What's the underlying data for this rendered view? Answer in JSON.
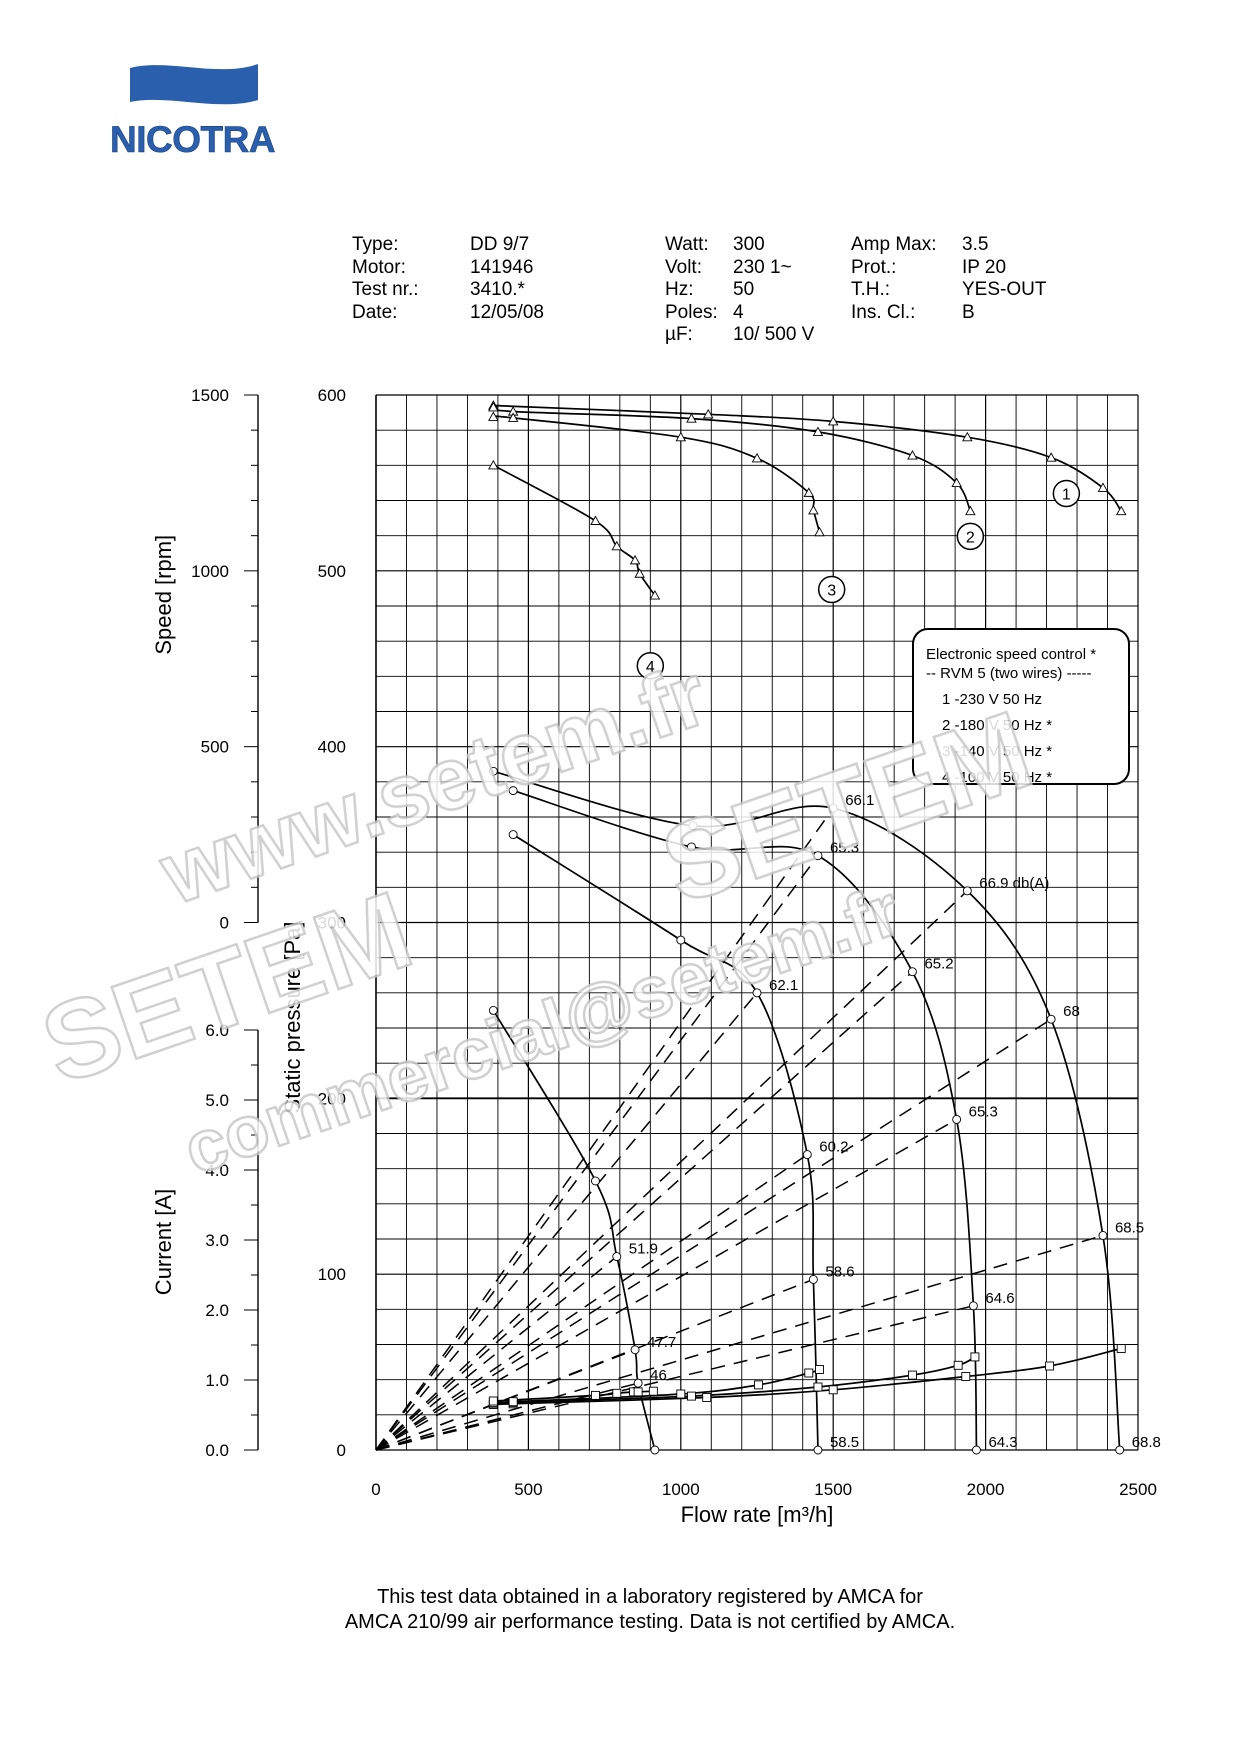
{
  "brand": {
    "name": "NICOTRA",
    "color": "#2a5fae"
  },
  "spec": {
    "col1": [
      {
        "label": "Type:",
        "value": "DD  9/7"
      },
      {
        "label": "Motor:",
        "value": "141946"
      },
      {
        "label": "Test nr.:",
        "value": "3410.*"
      },
      {
        "label": "Date:",
        "value": "12/05/08"
      }
    ],
    "col2": [
      {
        "label": "Watt:",
        "value": "300"
      },
      {
        "label": "Volt:",
        "value": "230 1~"
      },
      {
        "label": "Hz:",
        "value": "50"
      },
      {
        "label": "Poles:",
        "value": "4"
      },
      {
        "label": "µF:",
        "value": "10/ 500 V"
      }
    ],
    "col3": [
      {
        "label": "Amp Max:",
        "value": "3.5"
      },
      {
        "label": "Prot.:",
        "value": "IP 20"
      },
      {
        "label": "T.H.:",
        "value": "YES-OUT"
      },
      {
        "label": "Ins. Cl.:",
        "value": "B"
      }
    ]
  },
  "legend": {
    "title": "Electronic speed control *",
    "subtitle": "-- RVM 5 (two wires) -----",
    "items": [
      "1 -230 V 50 Hz",
      "2 -180 V 50 Hz *",
      "3 -140 V 50 Hz *",
      "4 -100 V 50 Hz *"
    ]
  },
  "watermark": {
    "line1": "www.setem.fr",
    "line2": "SETEM",
    "line3": "commercial@setem.fr",
    "line4": "SETEM"
  },
  "footer": {
    "line1": "This test data obtained in a laboratory registered by AMCA for",
    "line2": "AMCA 210/99 air performance testing. Data is not certified by AMCA."
  },
  "chart_data": {
    "type": "line",
    "xlabel": "Flow rate [m³/h]",
    "xlim": [
      0,
      2500
    ],
    "x_ticks": [
      "0",
      "500",
      "1000",
      "1500",
      "2000",
      "2500"
    ],
    "axes": {
      "pressure": {
        "label": "Static pressure [Pa]",
        "ylim": [
          0,
          600
        ],
        "ticks": [
          "0",
          "100",
          "200",
          "300",
          "400",
          "500",
          "600"
        ]
      },
      "speed": {
        "label": "Speed [rpm]",
        "ylim": [
          0,
          1500
        ],
        "ticks": [
          "0",
          "500",
          "1000",
          "1500"
        ]
      },
      "current": {
        "label": "Current [A]",
        "ylim": [
          0,
          6
        ],
        "ticks": [
          "0.0",
          "1.0",
          "2.0",
          "3.0",
          "4.0",
          "5.0",
          "6.0"
        ]
      }
    },
    "curve_labels": [
      "1",
      "2",
      "3",
      "4"
    ],
    "speed_curves": [
      {
        "id": "1",
        "points": [
          [
            385,
            1470
          ],
          [
            1090,
            1445
          ],
          [
            1500,
            1425
          ],
          [
            1940,
            1380
          ],
          [
            2215,
            1322
          ],
          [
            2385,
            1236
          ],
          [
            2445,
            1170
          ]
        ]
      },
      {
        "id": "2",
        "points": [
          [
            385,
            1465
          ],
          [
            450,
            1453
          ],
          [
            1035,
            1433
          ],
          [
            1450,
            1395
          ],
          [
            1760,
            1328
          ],
          [
            1905,
            1250
          ],
          [
            1950,
            1170
          ]
        ]
      },
      {
        "id": "3",
        "points": [
          [
            385,
            1438
          ],
          [
            450,
            1435
          ],
          [
            1000,
            1380
          ],
          [
            1250,
            1320
          ],
          [
            1420,
            1222
          ],
          [
            1435,
            1172
          ],
          [
            1455,
            1110
          ]
        ]
      },
      {
        "id": "4",
        "points": [
          [
            385,
            1300
          ],
          [
            720,
            1142
          ],
          [
            790,
            1070
          ],
          [
            850,
            1030
          ],
          [
            865,
            992
          ],
          [
            915,
            930
          ]
        ]
      }
    ],
    "pressure_curves": [
      {
        "id": "1",
        "points": [
          [
            385,
            386
          ],
          [
            1040,
            355
          ],
          [
            1500,
            365
          ],
          [
            1940,
            318
          ],
          [
            2215,
            245
          ],
          [
            2385,
            122
          ],
          [
            2440,
            0
          ]
        ]
      },
      {
        "id": "2",
        "points": [
          [
            450,
            375
          ],
          [
            1035,
            343
          ],
          [
            1450,
            338
          ],
          [
            1760,
            272
          ],
          [
            1905,
            188
          ],
          [
            1960,
            82
          ],
          [
            1970,
            0
          ]
        ]
      },
      {
        "id": "3",
        "points": [
          [
            450,
            350
          ],
          [
            1000,
            290
          ],
          [
            1250,
            260
          ],
          [
            1415,
            168
          ],
          [
            1435,
            97
          ],
          [
            1450,
            0
          ]
        ]
      },
      {
        "id": "4",
        "points": [
          [
            385,
            250
          ],
          [
            720,
            153
          ],
          [
            790,
            110
          ],
          [
            850,
            57
          ],
          [
            860,
            38
          ],
          [
            915,
            0
          ]
        ]
      }
    ],
    "current_curves": [
      {
        "id": "1",
        "points": [
          [
            385,
            0.65
          ],
          [
            450,
            0.66
          ],
          [
            1085,
            0.75
          ],
          [
            1500,
            0.86
          ],
          [
            1935,
            1.05
          ],
          [
            2210,
            1.2
          ],
          [
            2445,
            1.45
          ]
        ]
      },
      {
        "id": "2",
        "points": [
          [
            385,
            0.66
          ],
          [
            450,
            0.68
          ],
          [
            1035,
            0.77
          ],
          [
            1450,
            0.9
          ],
          [
            1760,
            1.07
          ],
          [
            1910,
            1.21
          ],
          [
            1965,
            1.33
          ]
        ]
      },
      {
        "id": "3",
        "points": [
          [
            385,
            0.68
          ],
          [
            450,
            0.69
          ],
          [
            1000,
            0.8
          ],
          [
            1255,
            0.93
          ],
          [
            1420,
            1.1
          ],
          [
            1455,
            1.15
          ]
        ]
      },
      {
        "id": "4",
        "points": [
          [
            385,
            0.7
          ],
          [
            720,
            0.78
          ],
          [
            790,
            0.81
          ],
          [
            845,
            0.83
          ],
          [
            860,
            0.83
          ],
          [
            910,
            0.84
          ]
        ]
      }
    ],
    "sound_lines": [
      {
        "label": "51.9",
        "points": [
          [
            0,
            0
          ],
          [
            790,
            110
          ]
        ]
      },
      {
        "label": "58.6",
        "points": [
          [
            0,
            0
          ],
          [
            1435,
            97
          ]
        ]
      },
      {
        "label": "64.6",
        "points": [
          [
            0,
            0
          ],
          [
            1960,
            82
          ]
        ]
      },
      {
        "label": "68.5",
        "points": [
          [
            0,
            0
          ],
          [
            2385,
            122
          ]
        ]
      },
      {
        "label": "62.1",
        "points": [
          [
            0,
            0
          ],
          [
            1250,
            260
          ]
        ]
      },
      {
        "label": "66.1",
        "points": [
          [
            0,
            0
          ],
          [
            1500,
            365
          ]
        ]
      },
      {
        "label": "65.3",
        "points": [
          [
            0,
            0
          ],
          [
            1450,
            338
          ]
        ]
      },
      {
        "label": "66.9 db(A)",
        "points": [
          [
            0,
            0
          ],
          [
            1940,
            318
          ]
        ]
      },
      {
        "label": "60.2",
        "points": [
          [
            0,
            0
          ],
          [
            1415,
            168
          ]
        ]
      },
      {
        "label": "65.3",
        "points": [
          [
            0,
            0
          ],
          [
            1905,
            188
          ]
        ]
      },
      {
        "label": "47.7",
        "points": [
          [
            0,
            0
          ],
          [
            850,
            57
          ]
        ]
      },
      {
        "label": "68",
        "points": [
          [
            0,
            0
          ],
          [
            2215,
            245
          ]
        ]
      },
      {
        "label": "46",
        "points": [
          [
            0,
            0
          ],
          [
            860,
            38
          ]
        ]
      },
      {
        "label": "65.2",
        "points": [
          [
            0,
            0
          ],
          [
            1760,
            272
          ]
        ]
      }
    ],
    "point_labels": [
      {
        "text": "66.1",
        "x": 1500,
        "y": 365
      },
      {
        "text": "65.3",
        "x": 1450,
        "y": 338
      },
      {
        "text": "66.9 db(A)",
        "x": 1940,
        "y": 318
      },
      {
        "text": "62.1",
        "x": 1250,
        "y": 260
      },
      {
        "text": "65.2",
        "x": 1760,
        "y": 272
      },
      {
        "text": "68",
        "x": 2215,
        "y": 245
      },
      {
        "text": "65.3",
        "x": 1905,
        "y": 188
      },
      {
        "text": "60.2",
        "x": 1415,
        "y": 168
      },
      {
        "text": "51.9",
        "x": 790,
        "y": 110
      },
      {
        "text": "58.6",
        "x": 1435,
        "y": 97
      },
      {
        "text": "68.5",
        "x": 2385,
        "y": 122
      },
      {
        "text": "64.6",
        "x": 1960,
        "y": 82
      },
      {
        "text": "47.7",
        "x": 850,
        "y": 57
      },
      {
        "text": "46",
        "x": 860,
        "y": 38
      },
      {
        "text": "58.5",
        "x": 1450,
        "y": 0
      },
      {
        "text": "64.3",
        "x": 1970,
        "y": 0
      },
      {
        "text": "68.8",
        "x": 2440,
        "y": 0
      }
    ],
    "grid": true
  }
}
